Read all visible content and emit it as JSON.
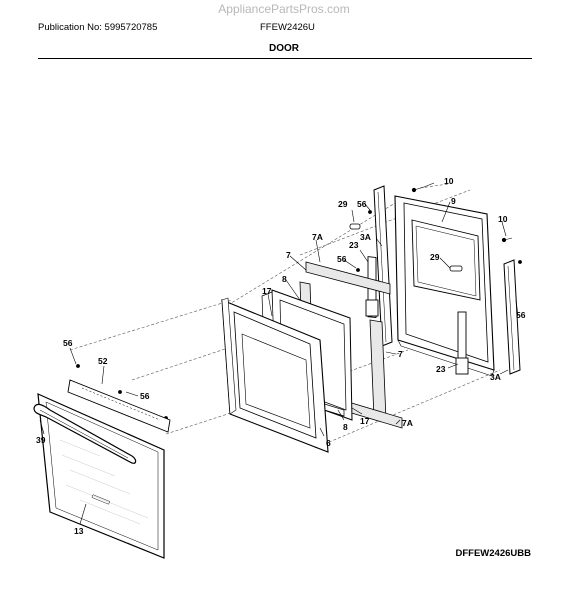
{
  "header": {
    "watermark": "AppliancePartsPros.com",
    "publication": "Publication No: 5995720785",
    "model": "FFEW2426U",
    "section_title": "DOOR"
  },
  "footer": {
    "diagram_code": "DFFEW2426UBB"
  },
  "callouts": {
    "c10a": "10",
    "c9": "9",
    "c56a": "56",
    "c29a": "29",
    "c10b": "10",
    "c3Aa": "3A",
    "c7Aa": "7A",
    "c23a": "23",
    "c7a": "7",
    "c56b": "56",
    "c29b": "29",
    "c56c": "56",
    "c8a": "8",
    "c17a": "17",
    "c7b": "7",
    "c23b": "23",
    "c3Ab": "3A",
    "c56d": "56",
    "c52": "52",
    "c56e": "56",
    "c39": "39",
    "c8b": "8",
    "c17b": "17",
    "c7Ab": "7A",
    "c6": "6",
    "c13": "13"
  }
}
